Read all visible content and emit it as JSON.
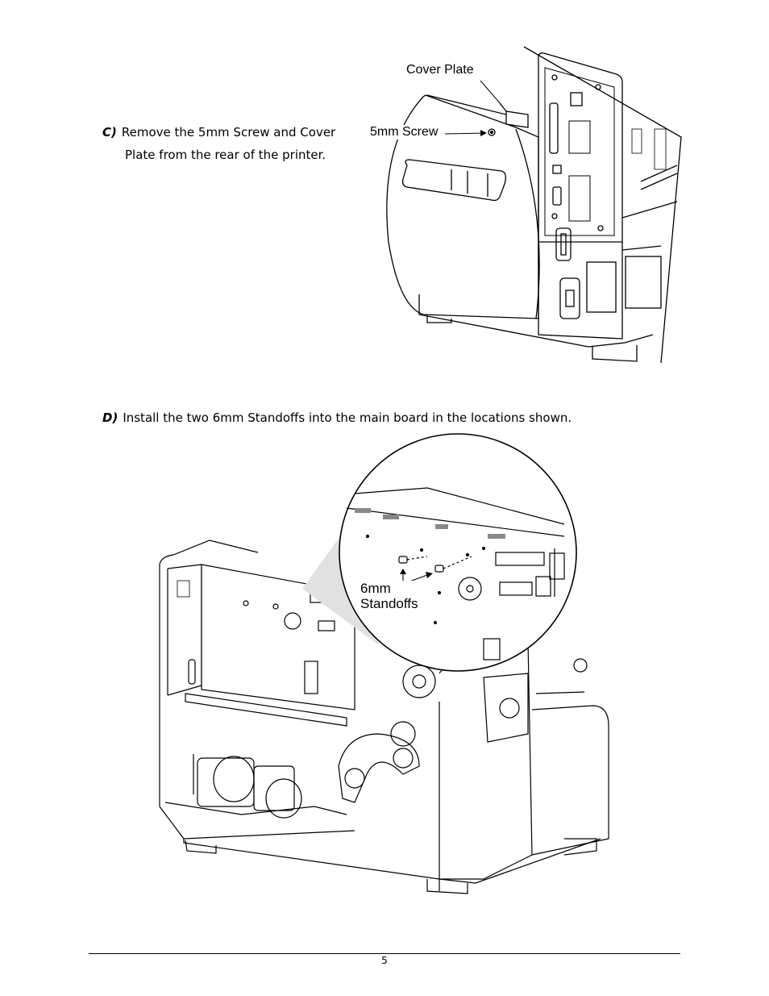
{
  "step_c": {
    "letter": "C)",
    "line1": "Remove the 5mm Screw and Cover",
    "line2": "Plate from the rear of the printer."
  },
  "figure_c": {
    "callout_cover_plate": "Cover Plate",
    "callout_screw": "5mm Screw"
  },
  "step_d": {
    "letter": "D)",
    "text": "Install the two 6mm Standoffs into the main board in the locations shown."
  },
  "figure_d": {
    "callout_line1": "6mm",
    "callout_line2": "Standoffs"
  },
  "footer": {
    "page_number": "5"
  }
}
